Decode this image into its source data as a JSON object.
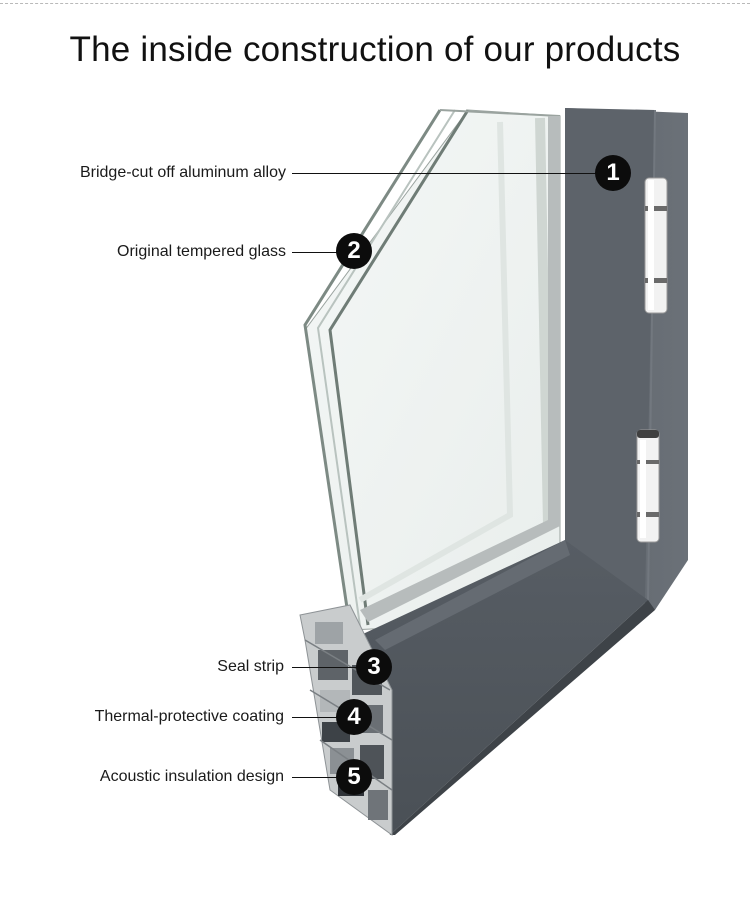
{
  "title": "The inside construction of our products",
  "callouts": [
    {
      "number": "1",
      "label": "Bridge-cut off aluminum alloy"
    },
    {
      "number": "2",
      "label": "Original tempered glass"
    },
    {
      "number": "3",
      "label": "Seal strip"
    },
    {
      "number": "4",
      "label": "Thermal-protective coating"
    },
    {
      "number": "5",
      "label": "Acoustic insulation design"
    }
  ],
  "colors": {
    "frame": "#5b6168",
    "frame_dark": "#464b51",
    "badge": "#0c0c0c"
  }
}
